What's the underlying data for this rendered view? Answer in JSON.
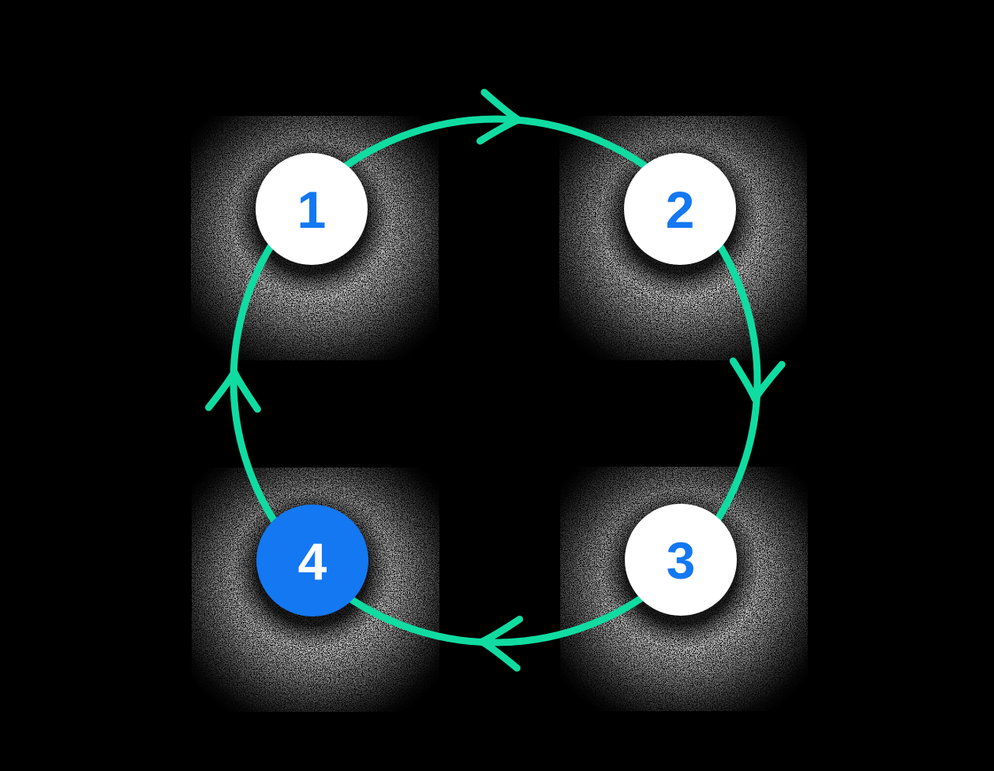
{
  "diagram": {
    "kind": "cycle-diagram",
    "direction": "clockwise",
    "background_color": "#000000",
    "ring_color": "#10DCA2",
    "accent_blue": "#1478F2",
    "nodes": [
      {
        "id": "step-1",
        "label": "1",
        "fill": "#FFFFFF",
        "label_color": "#1478F2",
        "active": false
      },
      {
        "id": "step-2",
        "label": "2",
        "fill": "#FFFFFF",
        "label_color": "#1478F2",
        "active": false
      },
      {
        "id": "step-3",
        "label": "3",
        "fill": "#FFFFFF",
        "label_color": "#1478F2",
        "active": false
      },
      {
        "id": "step-4",
        "label": "4",
        "fill": "#1478F2",
        "label_color": "#FFFFFF",
        "active": true
      }
    ],
    "arrows": [
      {
        "id": "arrow-top",
        "points": "right"
      },
      {
        "id": "arrow-right",
        "points": "down"
      },
      {
        "id": "arrow-bottom",
        "points": "left"
      },
      {
        "id": "arrow-left",
        "points": "up"
      }
    ]
  }
}
